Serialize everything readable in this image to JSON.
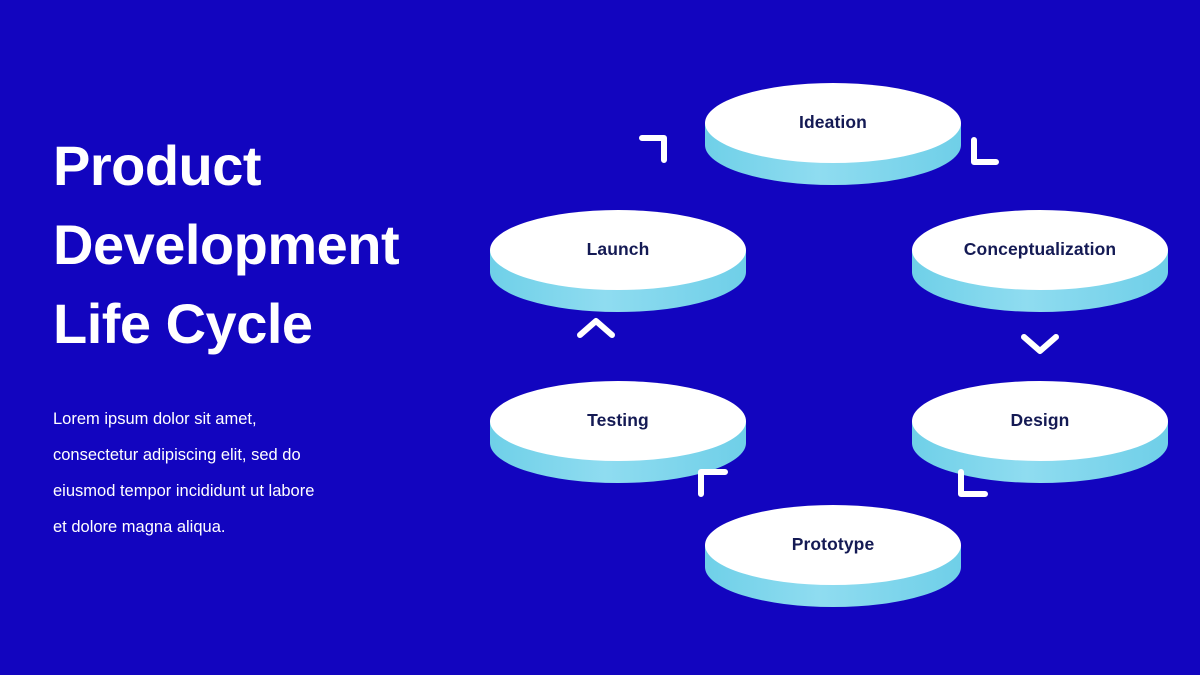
{
  "slide": {
    "background_color": "#1205bf",
    "title": "Product\nDevelopment\nLife Cycle",
    "body_text": "Lorem ipsum dolor sit amet, consectetur adipiscing elit, sed do eiusmod tempor incididunt ut labore et dolore magna aliqua.",
    "title_color": "#ffffff",
    "body_color": "#ffffff"
  },
  "diagram": {
    "type": "cycle",
    "node_top_color": "#ffffff",
    "node_side_color": "#7fd6ec",
    "node_label_color": "#141a54",
    "connector_color": "#ffffff",
    "nodes": [
      {
        "id": "ideation",
        "label": "Ideation"
      },
      {
        "id": "conceptualization",
        "label": "Conceptualization"
      },
      {
        "id": "design",
        "label": "Design"
      },
      {
        "id": "prototype",
        "label": "Prototype"
      },
      {
        "id": "testing",
        "label": "Testing"
      },
      {
        "id": "launch",
        "label": "Launch"
      }
    ],
    "connectors": [
      {
        "id": "launch-to-ideation",
        "icon": "corner-bracket-up-right-icon"
      },
      {
        "id": "ideation-to-conceptualization",
        "icon": "corner-bracket-down-right-icon"
      },
      {
        "id": "conceptualization-to-design",
        "icon": "chevron-down-icon"
      },
      {
        "id": "design-to-prototype",
        "icon": "corner-bracket-down-left-icon"
      },
      {
        "id": "prototype-to-testing",
        "icon": "corner-bracket-up-left-icon"
      },
      {
        "id": "testing-to-launch",
        "icon": "chevron-up-icon"
      }
    ]
  }
}
